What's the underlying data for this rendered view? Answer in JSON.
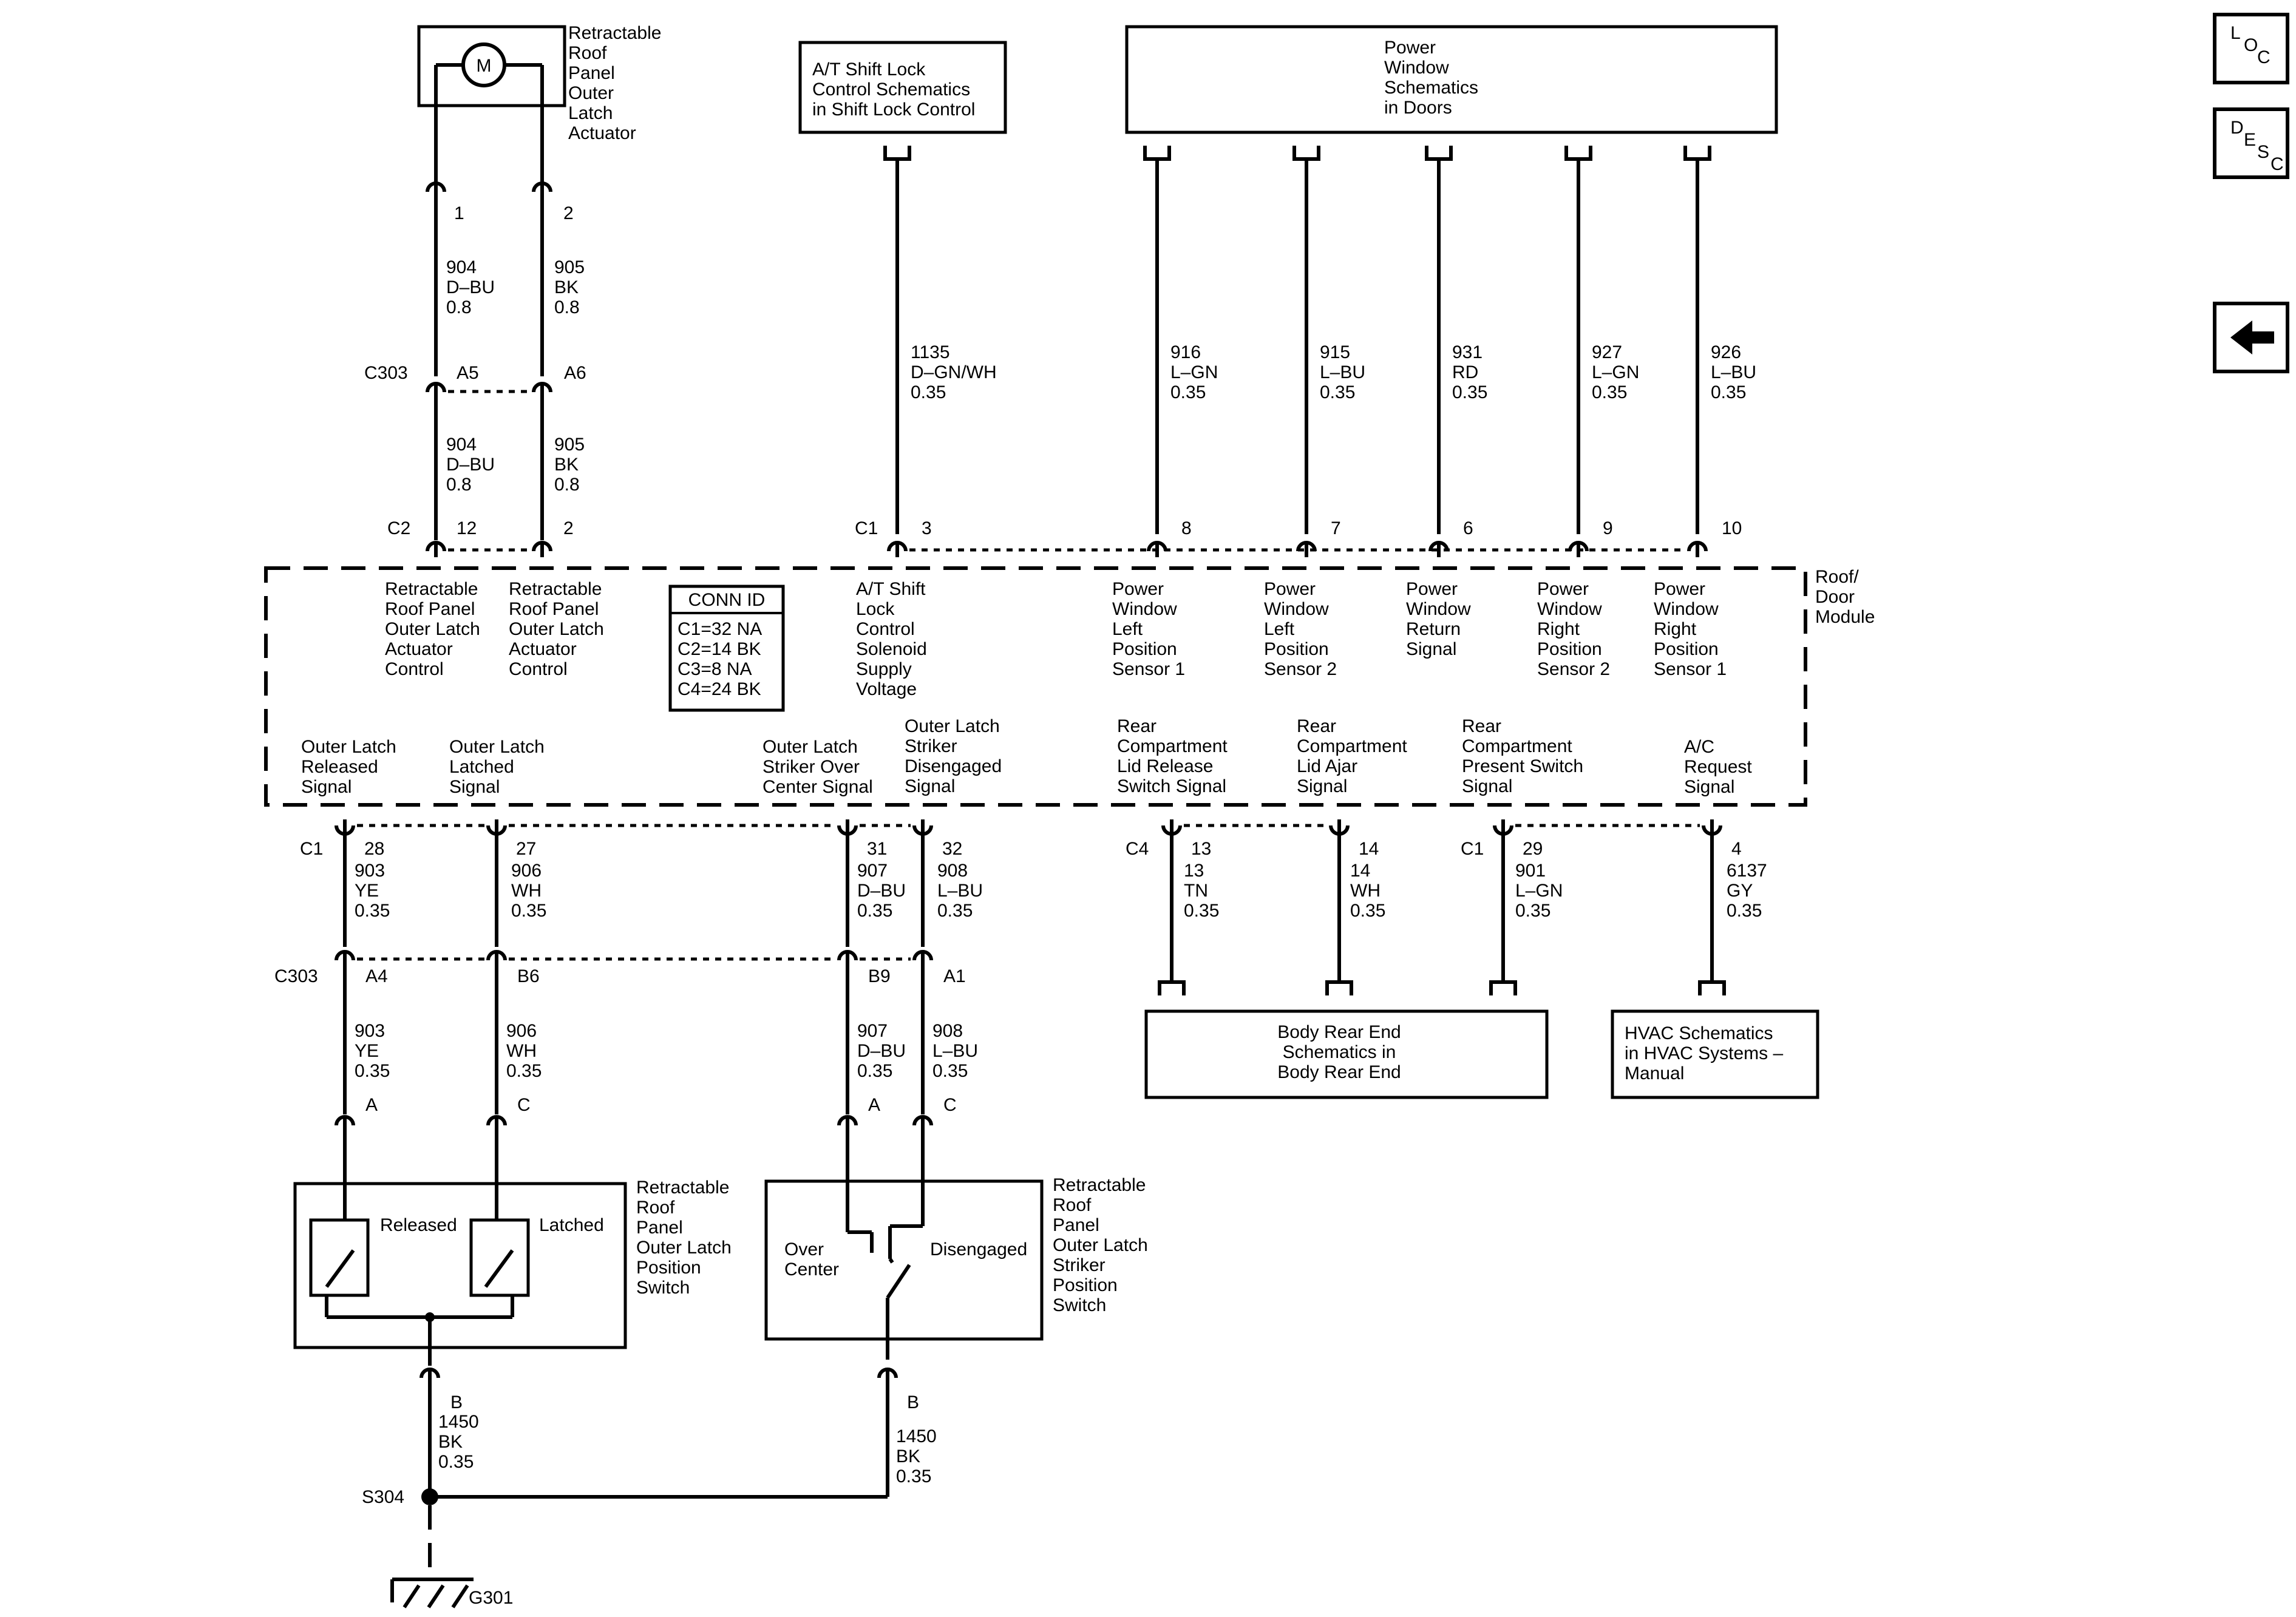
{
  "motor": {
    "label": [
      "Retractable",
      "Roof",
      "Panel",
      "Outer",
      "Latch",
      "Actuator"
    ],
    "symbol": "M"
  },
  "shift_lock_box": [
    "A/T Shift Lock",
    "Control Schematics",
    "in Shift Lock Control"
  ],
  "power_window_box": [
    "Power",
    "Window",
    "Schematics",
    "in Doors"
  ],
  "module_label": [
    "Roof/",
    "Door",
    "Module"
  ],
  "conn_id": {
    "title": "CONN ID",
    "rows": [
      "C1=32 NA",
      "C2=14 BK",
      "C3=8 NA",
      "C4=24 BK"
    ]
  },
  "motor_pins": [
    "1",
    "2"
  ],
  "motor_wires": [
    [
      "904",
      "D–BU",
      "0.8"
    ],
    [
      "905",
      "BK",
      "0.8"
    ]
  ],
  "c303_top": {
    "name": "C303",
    "pins": [
      "A5",
      "A6"
    ]
  },
  "c2": {
    "name": "C2",
    "pins": [
      "12",
      "2"
    ]
  },
  "c1_top": "C1",
  "top_pins": [
    "3",
    "8",
    "7",
    "6",
    "9",
    "10"
  ],
  "top_wires": [
    [
      "1135",
      "D–GN/WH",
      "0.35"
    ],
    [
      "916",
      "L–GN",
      "0.35"
    ],
    [
      "915",
      "L–BU",
      "0.35"
    ],
    [
      "931",
      "RD",
      "0.35"
    ],
    [
      "927",
      "L–GN",
      "0.35"
    ],
    [
      "926",
      "L–BU",
      "0.35"
    ]
  ],
  "module_top_labels": [
    [
      "Retractable",
      "Roof Panel",
      "Outer Latch",
      "Actuator",
      "Control"
    ],
    [
      "Retractable",
      "Roof Panel",
      "Outer Latch",
      "Actuator",
      "Control"
    ],
    [
      "A/T Shift",
      "Lock",
      "Control",
      "Solenoid",
      "Supply",
      "Voltage"
    ],
    [
      "Power",
      "Window",
      "Left",
      "Position",
      "Sensor 1"
    ],
    [
      "Power",
      "Window",
      "Left",
      "Position",
      "Sensor 2"
    ],
    [
      "Power",
      "Window",
      "Return",
      "Signal"
    ],
    [
      "Power",
      "Window",
      "Right",
      "Position",
      "Sensor 2"
    ],
    [
      "Power",
      "Window",
      "Right",
      "Position",
      "Sensor 1"
    ]
  ],
  "module_bottom_labels": [
    [
      "Outer Latch",
      "Released",
      "Signal"
    ],
    [
      "Outer Latch",
      "Latched",
      "Signal"
    ],
    [
      "Outer Latch",
      "Striker Over",
      "Center Signal"
    ],
    [
      "Outer Latch",
      "Striker",
      "Disengaged",
      "Signal"
    ],
    [
      "Rear",
      "Compartment",
      "Lid Release",
      "Switch Signal"
    ],
    [
      "Rear",
      "Compartment",
      "Lid Ajar",
      "Signal"
    ],
    [
      "Rear",
      "Compartment",
      "Present Switch",
      "Signal"
    ],
    [
      "A/C",
      "Request",
      "Signal"
    ]
  ],
  "bottom_connectors": {
    "c1a": "C1",
    "c4": "C4",
    "c1b": "C1"
  },
  "bottom_pins": [
    "28",
    "27",
    "31",
    "32",
    "13",
    "14",
    "29",
    "4"
  ],
  "bottom_wires_upper": [
    [
      "903",
      "YE",
      "0.35"
    ],
    [
      "906",
      "WH",
      "0.35"
    ],
    [
      "907",
      "D–BU",
      "0.35"
    ],
    [
      "908",
      "L–BU",
      "0.35"
    ],
    [
      "13",
      "TN",
      "0.35"
    ],
    [
      "14",
      "WH",
      "0.35"
    ],
    [
      "901",
      "L–GN",
      "0.35"
    ],
    [
      "6137",
      "GY",
      "0.35"
    ]
  ],
  "c303_bottom": {
    "name": "C303",
    "pins": [
      "A4",
      "B6",
      "B9",
      "A1"
    ]
  },
  "bottom_wires_lower": [
    [
      "903",
      "YE",
      "0.35"
    ],
    [
      "906",
      "WH",
      "0.35"
    ],
    [
      "907",
      "D–BU",
      "0.35"
    ],
    [
      "908",
      "L–BU",
      "0.35"
    ]
  ],
  "switch_pins": [
    "A",
    "C",
    "A",
    "C"
  ],
  "body_rear_box": [
    "Body Rear End",
    "Schematics in",
    "Body Rear End"
  ],
  "hvac_box": [
    "HVAC Schematics",
    "in HVAC Systems –",
    "Manual"
  ],
  "latch_switch": {
    "label": [
      "Retractable",
      "Roof",
      "Panel",
      "Outer Latch",
      "Position",
      "Switch"
    ],
    "positions": [
      "Released",
      "Latched"
    ]
  },
  "striker_switch": {
    "label": [
      "Retractable",
      "Roof",
      "Panel",
      "Outer Latch",
      "Striker",
      "Position",
      "Switch"
    ],
    "positions": [
      "Over",
      "Center",
      "Disengaged"
    ]
  },
  "ground_pins": [
    "B",
    "B"
  ],
  "ground_wires": [
    [
      "1450",
      "BK",
      "0.35"
    ],
    [
      "1450",
      "BK",
      "0.35"
    ]
  ],
  "splice": "S304",
  "ground": "G301",
  "nav": {
    "loc": [
      "L",
      "O",
      "C"
    ],
    "desc": [
      "D",
      "E",
      "S",
      "C"
    ],
    "back_icon": "left-arrow-icon"
  }
}
